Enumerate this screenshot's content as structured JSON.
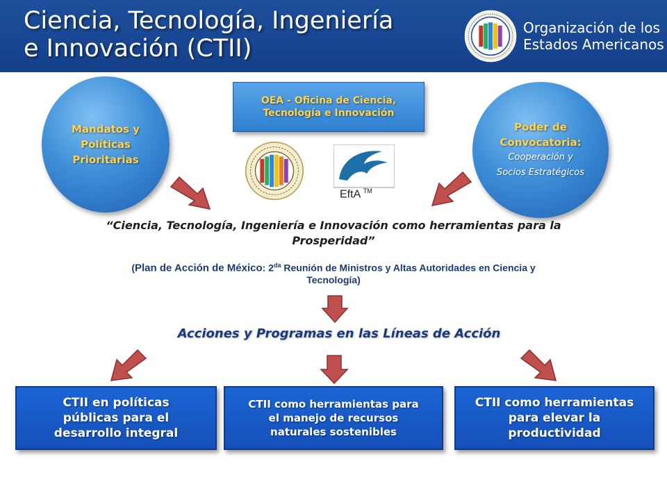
{
  "header": {
    "title_line1": "Ciencia, Tecnología, Ingeniería",
    "title_line2": "e Innovación (CTII)",
    "org_line1": "Organización de los",
    "org_line2": "Estados Americanos",
    "background_color": "#1a4a97"
  },
  "left_bubble": {
    "line1": "Mandatos y",
    "line2": "Políticas",
    "line3": "Prioritarias"
  },
  "oea_box": {
    "line1": "OEA - Oficina de Ciencia,",
    "line2": "Tecnología e Innovación"
  },
  "right_bubble": {
    "line1": "Poder de",
    "line2": "Convocatoria:",
    "line3": "Cooperación  y",
    "line4": "Socios Estratégicos"
  },
  "logos": {
    "efta_label": "EftA",
    "efta_tm": "TM"
  },
  "quote": {
    "line1": "“Ciencia, Tecnología, Ingeniería e Innovación como herramientas para la",
    "line2": "Prosperidad”"
  },
  "plan": {
    "open": "(",
    "lead": "Plan de Acción de México",
    "mid": ": 2",
    "sup": "da",
    "rest": " Reunión de Ministros y Altas Autoridades en Ciencia y",
    "line2": "Tecnología)"
  },
  "acciones": {
    "label": "Acciones y Programas en las Líneas de Acción"
  },
  "panels": [
    {
      "line1": "CTII en políticas",
      "line2": "públicas para el",
      "line3": "desarrollo integral"
    },
    {
      "line1": "CTII como herramientas para",
      "line2": "el manejo de recursos",
      "line3": "naturales sostenibles"
    },
    {
      "line1": "CTII como herramientas",
      "line2": "para elevar la",
      "line3": "productividad"
    }
  ],
  "colors": {
    "accent_yellow": "#ffd24a",
    "arrow_red": "#c0504d",
    "panel_blue": "#1a5ac6",
    "bubble_blue": "#3f8fd8"
  }
}
